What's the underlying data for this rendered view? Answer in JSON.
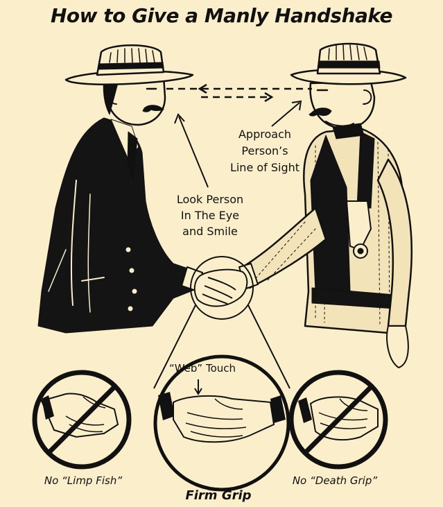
{
  "title": "How to Give a Manly Handshake",
  "annotations": {
    "approach_line1": "Approach",
    "approach_line2": "Person’s",
    "approach_line3": "Line of Sight",
    "look_line1": "Look Person",
    "look_line2": "In The Eye",
    "look_line3": "and Smile",
    "web_touch": "“Web” Touch"
  },
  "panels": {
    "left_caption": "No “Limp Fish”",
    "center_caption": "Firm Grip",
    "right_caption": "No “Death Grip”"
  },
  "colors": {
    "background": "#fbefcb",
    "ink": "#111111",
    "shirt_stripe": "#f3e3b8"
  },
  "icons": {
    "left_panel": "prohibited-limp-handshake-icon",
    "center_panel": "firm-handshake-icon",
    "right_panel": "prohibited-crushing-handshake-icon"
  }
}
